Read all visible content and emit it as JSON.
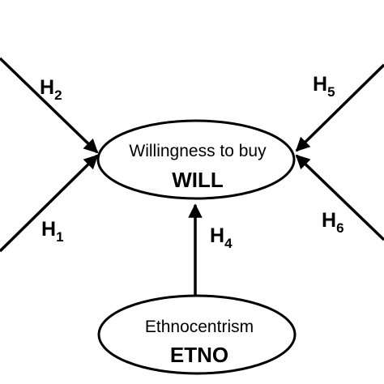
{
  "nodes": {
    "will": {
      "line1": "Willingness to buy",
      "line2": "WILL"
    },
    "etno": {
      "line1": "Ethnocentrism",
      "line2": "ETNO"
    }
  },
  "hypotheses": {
    "h1": {
      "main": "H",
      "sub": "1"
    },
    "h2": {
      "main": "H",
      "sub": "2"
    },
    "h4": {
      "main": "H",
      "sub": "4"
    },
    "h5": {
      "main": "H",
      "sub": "5"
    },
    "h6": {
      "main": "H",
      "sub": "6"
    }
  },
  "colors": {
    "stroke": "#000000",
    "background": "#ffffff"
  }
}
